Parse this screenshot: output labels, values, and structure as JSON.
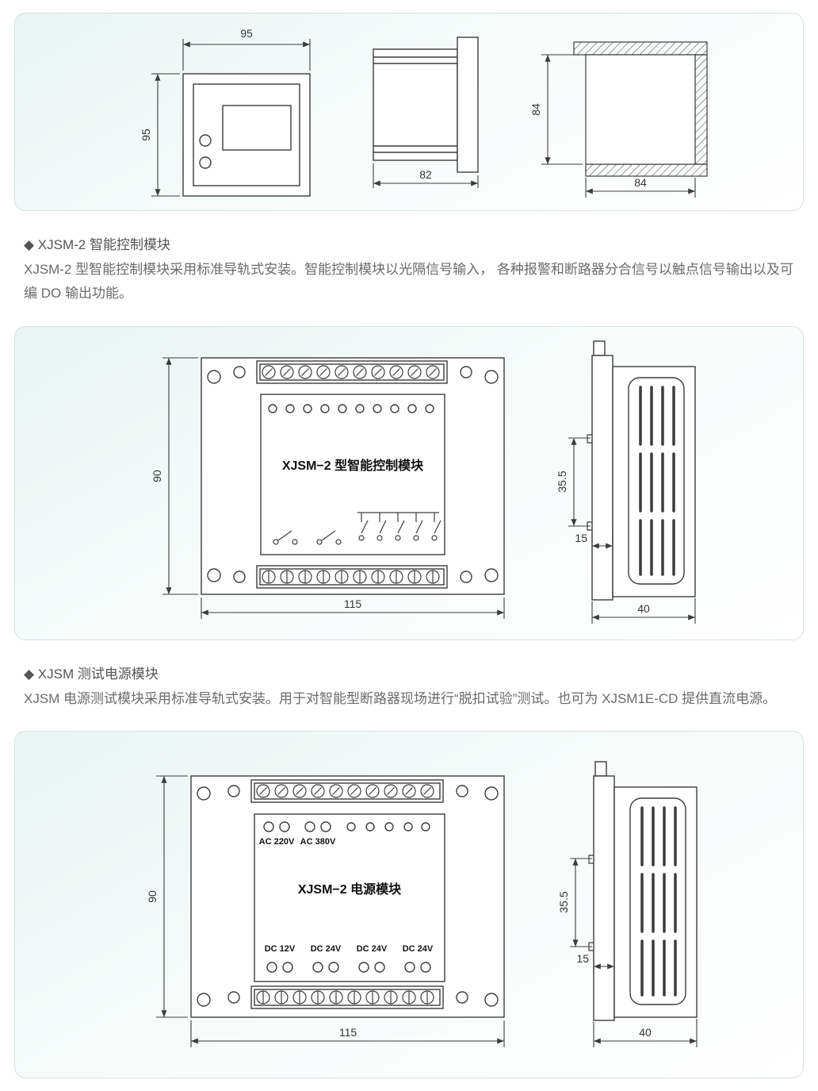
{
  "top_panel": {
    "front_view": {
      "width_label": "95",
      "height_label": "95"
    },
    "side_view": {
      "depth_label": "82"
    },
    "cutout_view": {
      "height_label": "84",
      "width_label": "84"
    }
  },
  "control_section": {
    "heading": "◆ XJSM-2 智能控制模块",
    "paragraph_line1": "XJSM-2 型智能控制模块采用标准导轨式安装。智能控制模块以光隔信号输入， 各种报警和断路器分合信号以触点信号输出以及可",
    "paragraph_line2": "编 DO 输出功能。"
  },
  "control_panel": {
    "module_label": "XJSM−2 型智能控制模块",
    "height_label": "90",
    "width_label": "115",
    "rail_label": "35.5",
    "clip_label": "15",
    "depth_label": "40"
  },
  "power_section": {
    "heading": "◆ XJSM 测试电源模块",
    "paragraph_line1": "XJSM 电源测试模块采用标准导轨式安装。用于对智能型断路器现场进行“脱扣试验”测试。也可为 XJSM1E-CD 提供直流电源。"
  },
  "power_panel": {
    "module_label": "XJSM−2 电源模块",
    "ac_labels": [
      "AC 220V",
      "AC 380V"
    ],
    "dc_labels": [
      "DC 12V",
      "DC 24V",
      "DC 24V",
      "DC 24V"
    ],
    "height_label": "90",
    "width_label": "115",
    "rail_label": "35.5",
    "clip_label": "15",
    "depth_label": "40"
  },
  "colors": {
    "line": "#3c3c3c",
    "panel_border": "#d7e0e2",
    "panel_tint": "#e9f4f3",
    "text": "#6b6b6b"
  }
}
